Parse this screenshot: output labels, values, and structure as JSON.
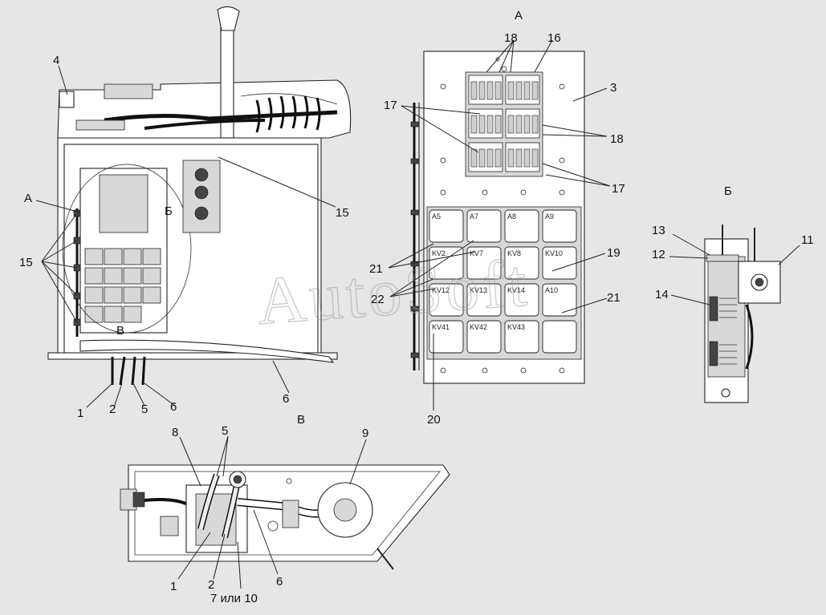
{
  "watermark": "AutoSoft",
  "views": {
    "main": {
      "labels": {
        "n4": "4",
        "nA": "А",
        "n15a": "15",
        "n15b": "15",
        "nB": "Б",
        "nV": "В",
        "n1": "1",
        "n2": "2",
        "n5": "5",
        "n6": "6",
        "n6b": "6"
      }
    },
    "viewA": {
      "title": "А",
      "labels": {
        "n18a": "18",
        "n16": "16",
        "n3": "3",
        "n17a": "17",
        "n18b": "18",
        "n17b": "17",
        "n21a": "21",
        "n19": "19",
        "n22": "22",
        "n21b": "21",
        "n20": "20"
      },
      "relays": [
        [
          "A5",
          "A7",
          "A8",
          "A9"
        ],
        [
          "KV2",
          "KV7",
          "KV8",
          "KV10"
        ],
        [
          "KV12",
          "KV13",
          "KV14",
          "A10"
        ],
        [
          "KV41",
          "KV42",
          "KV43",
          ""
        ]
      ]
    },
    "viewB": {
      "title": "Б",
      "labels": {
        "n13": "13",
        "n12": "12",
        "n11": "11",
        "n14": "14"
      }
    },
    "viewV": {
      "title": "В",
      "labels": {
        "n8": "8",
        "n5": "5",
        "n9": "9",
        "n1": "1",
        "n2": "2",
        "n710": "7 или 10",
        "n6": "6"
      }
    }
  }
}
